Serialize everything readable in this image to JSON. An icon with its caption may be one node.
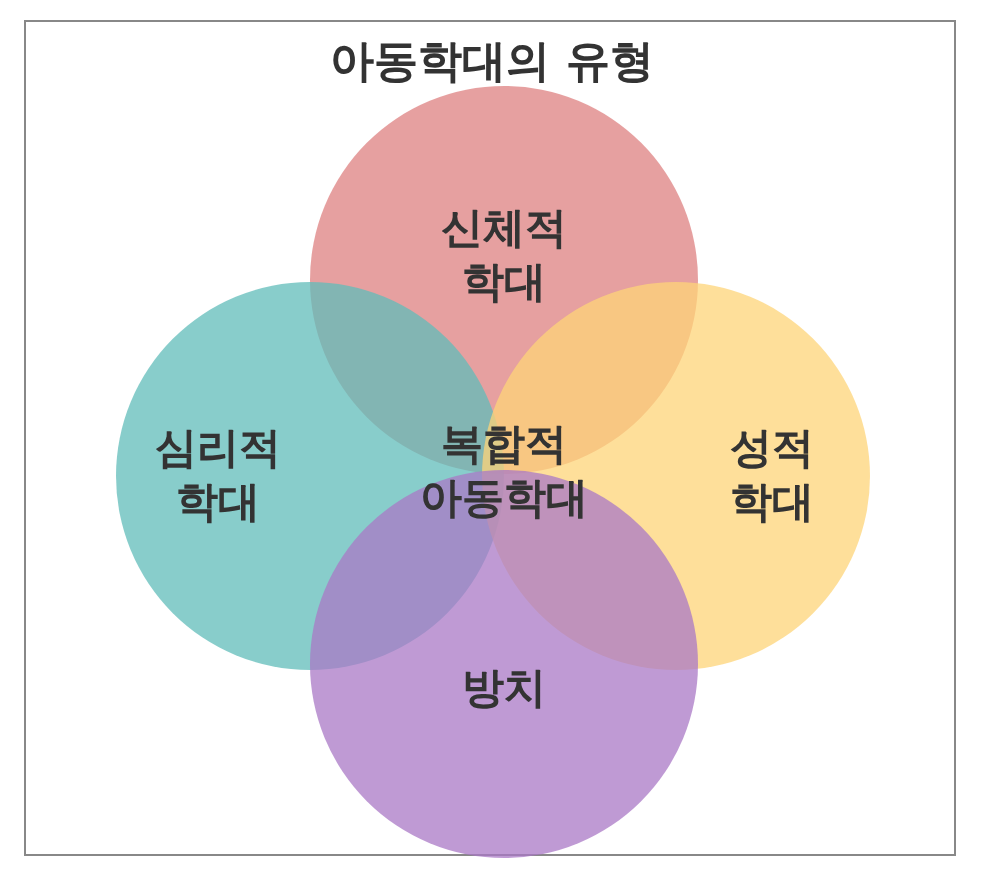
{
  "diagram": {
    "title": "아동학대의 유형",
    "nodes": [
      {
        "text": [
          "신체적 학대"
        ]
      },
      {
        "text": [
          "심리적 학대"
        ]
      },
      {
        "text": [
          "성적 학대"
        ]
      },
      {
        "text": [
          "방치"
        ]
      }
    ],
    "edges": [],
    "labels": [
      "복합적 아동학대"
    ]
  }
}
